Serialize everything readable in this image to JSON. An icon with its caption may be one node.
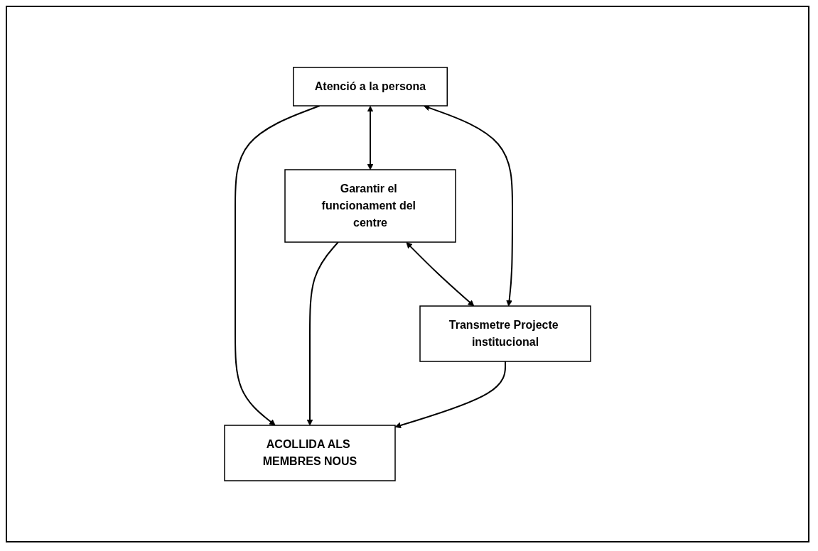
{
  "diagram": {
    "nodes": [
      {
        "text": [
          "Atenció a la persona"
        ]
      },
      {
        "text": [
          "ACOLLIDA ALS MEMBRES NOUS"
        ]
      },
      {
        "text": [
          "Garantir el funcionament del centre"
        ]
      },
      {
        "text": [
          "Transmetre Projecte institucional"
        ]
      }
    ],
    "edges": [
      {
        "from": 0,
        "to": 1,
        "arrow": "to"
      },
      {
        "from": 0,
        "to": 2,
        "arrow": "both"
      },
      {
        "from": 0,
        "to": 3,
        "arrow": "both"
      },
      {
        "from": 2,
        "to": 1,
        "arrow": "to"
      },
      {
        "from": 3,
        "to": 1,
        "arrow": "to"
      },
      {
        "from": 2,
        "to": 3,
        "arrow": "both"
      }
    ]
  }
}
